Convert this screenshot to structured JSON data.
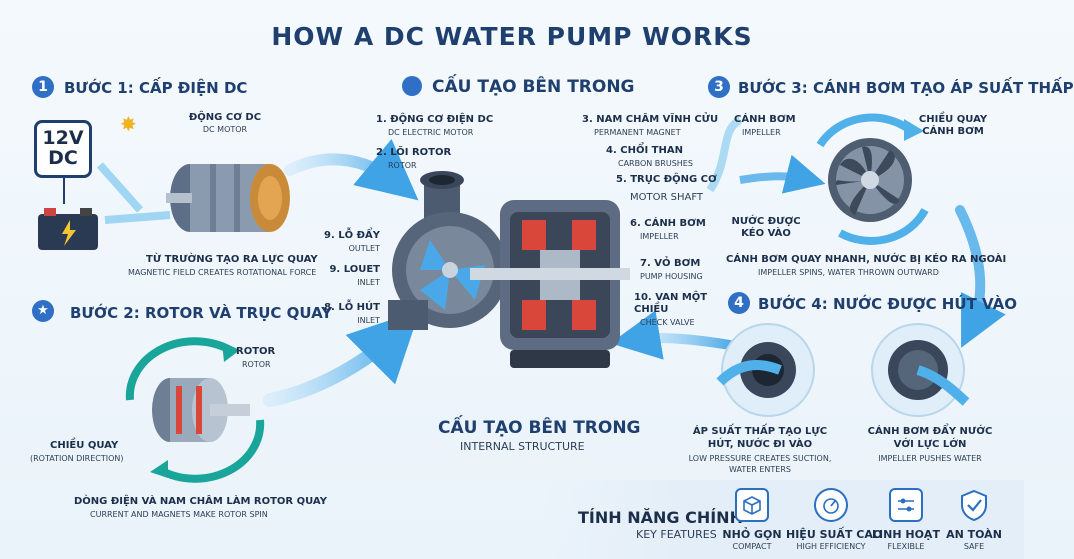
{
  "title": "HOW A DC WATER PUMP WORKS",
  "step1": {
    "num": "1",
    "title": "BƯỚC 1: CẤP ĐIỆN DC",
    "voltage_top": "12V",
    "voltage_bottom": "DC",
    "motor_label": "ĐỘNG CƠ DC",
    "motor_sub": "DC MOTOR",
    "caption": "TỪ TRƯỜNG TẠO RA LỰC QUAY",
    "caption_sub": "MAGNETIC FIELD CREATES ROTATIONAL FORCE"
  },
  "step2": {
    "title": "BƯỚC 2: ROTOR VÀ TRỤC QUAY",
    "rotor_label": "ROTOR",
    "rotor_sub": "ROTOR",
    "direction_label": "CHIỀU QUAY",
    "direction_sub": "(ROTATION DIRECTION)",
    "caption": "DÒNG ĐIỆN VÀ NAM CHÂM LÀM ROTOR QUAY",
    "caption_sub": "CURRENT AND MAGNETS MAKE ROTOR SPIN"
  },
  "center": {
    "heading": "CẤU TẠO BÊN TRONG",
    "bottom_heading": "CẤU TẠO BÊN TRONG",
    "bottom_sub": "INTERNAL STRUCTURE",
    "parts": [
      {
        "label": "1. ĐỘNG CƠ ĐIỆN DC",
        "sub": "DC ELECTRIC MOTOR"
      },
      {
        "label": "2. LÕI ROTOR",
        "sub": "ROTOR"
      },
      {
        "label": "3. NAM CHÂM VĨNH CỬU",
        "sub": "PERMANENT MAGNET"
      },
      {
        "label": "4. CHỔI THAN",
        "sub": "CARBON BRUSHES"
      },
      {
        "label": "5. TRỤC ĐỘNG CƠ",
        "sub": "MOTOR SHAFT"
      },
      {
        "label": "6. CÁNH BƠM",
        "sub": "IMPELLER"
      },
      {
        "label": "7. VỎ BƠM",
        "sub": "PUMP HOUSING"
      },
      {
        "label": "10. VAN MỘT CHIỀU",
        "sub": "CHECK VALVE"
      },
      {
        "label": "9. LỖ ĐẨY",
        "sub": "OUTLET"
      },
      {
        "label": "9. LOUET",
        "sub": "INLET"
      },
      {
        "label": "8. LỖ HÚT",
        "sub": "INLET"
      }
    ]
  },
  "step3": {
    "num": "3",
    "title": "BƯỚC 3: CÁNH BƠM TẠO ÁP SUẤT THẤP",
    "impeller_label": "CÁNH BƠM",
    "impeller_sub": "IMPELLER",
    "rotation_label_1": "CHIỀU QUAY",
    "rotation_label_2": "CÁNH BƠM",
    "water_in_1": "NƯỚC ĐƯỢC",
    "water_in_2": "KÉO VÀO",
    "caption": "CÁNH BƠM QUAY NHANH, NƯỚC BỊ KÉO RA NGOÀI",
    "caption_sub": "IMPELLER SPINS, WATER THROWN OUTWARD"
  },
  "step4": {
    "num": "4",
    "title": "BƯỚC 4: NƯỚC ĐƯỢC HÚT VÀO",
    "left_1": "ÁP SUẤT THẤP TẠO LỰC",
    "left_2": "HÚT, NƯỚC ĐI VÀO",
    "left_sub_1": "LOW PRESSURE CREATES SUCTION,",
    "left_sub_2": "WATER ENTERS",
    "right_1": "CÁNH BƠM ĐẨY NƯỚC",
    "right_2": "VỚI LỰC LỚN",
    "right_sub": "IMPELLER PUSHES WATER"
  },
  "features": {
    "title": "TÍNH NĂNG CHÍNH",
    "sub": "KEY FEATURES",
    "items": [
      {
        "label": "NHỎ GỌN",
        "sub": "COMPACT",
        "icon": "box-icon"
      },
      {
        "label": "HIỆU SUẤT CAO",
        "sub": "HIGH EFFICIENCY",
        "icon": "gauge-icon"
      },
      {
        "label": "LINH HOẠT",
        "sub": "FLEXIBLE",
        "icon": "sliders-icon"
      },
      {
        "label": "AN TOÀN",
        "sub": "SAFE",
        "icon": "shield-icon"
      }
    ]
  },
  "colors": {
    "primary": "#1f3f6e",
    "accent": "#2f6fc6",
    "water": "#5fb8ec",
    "teal_arrow": "#1aa59a",
    "magnet_red": "#d9463a"
  }
}
